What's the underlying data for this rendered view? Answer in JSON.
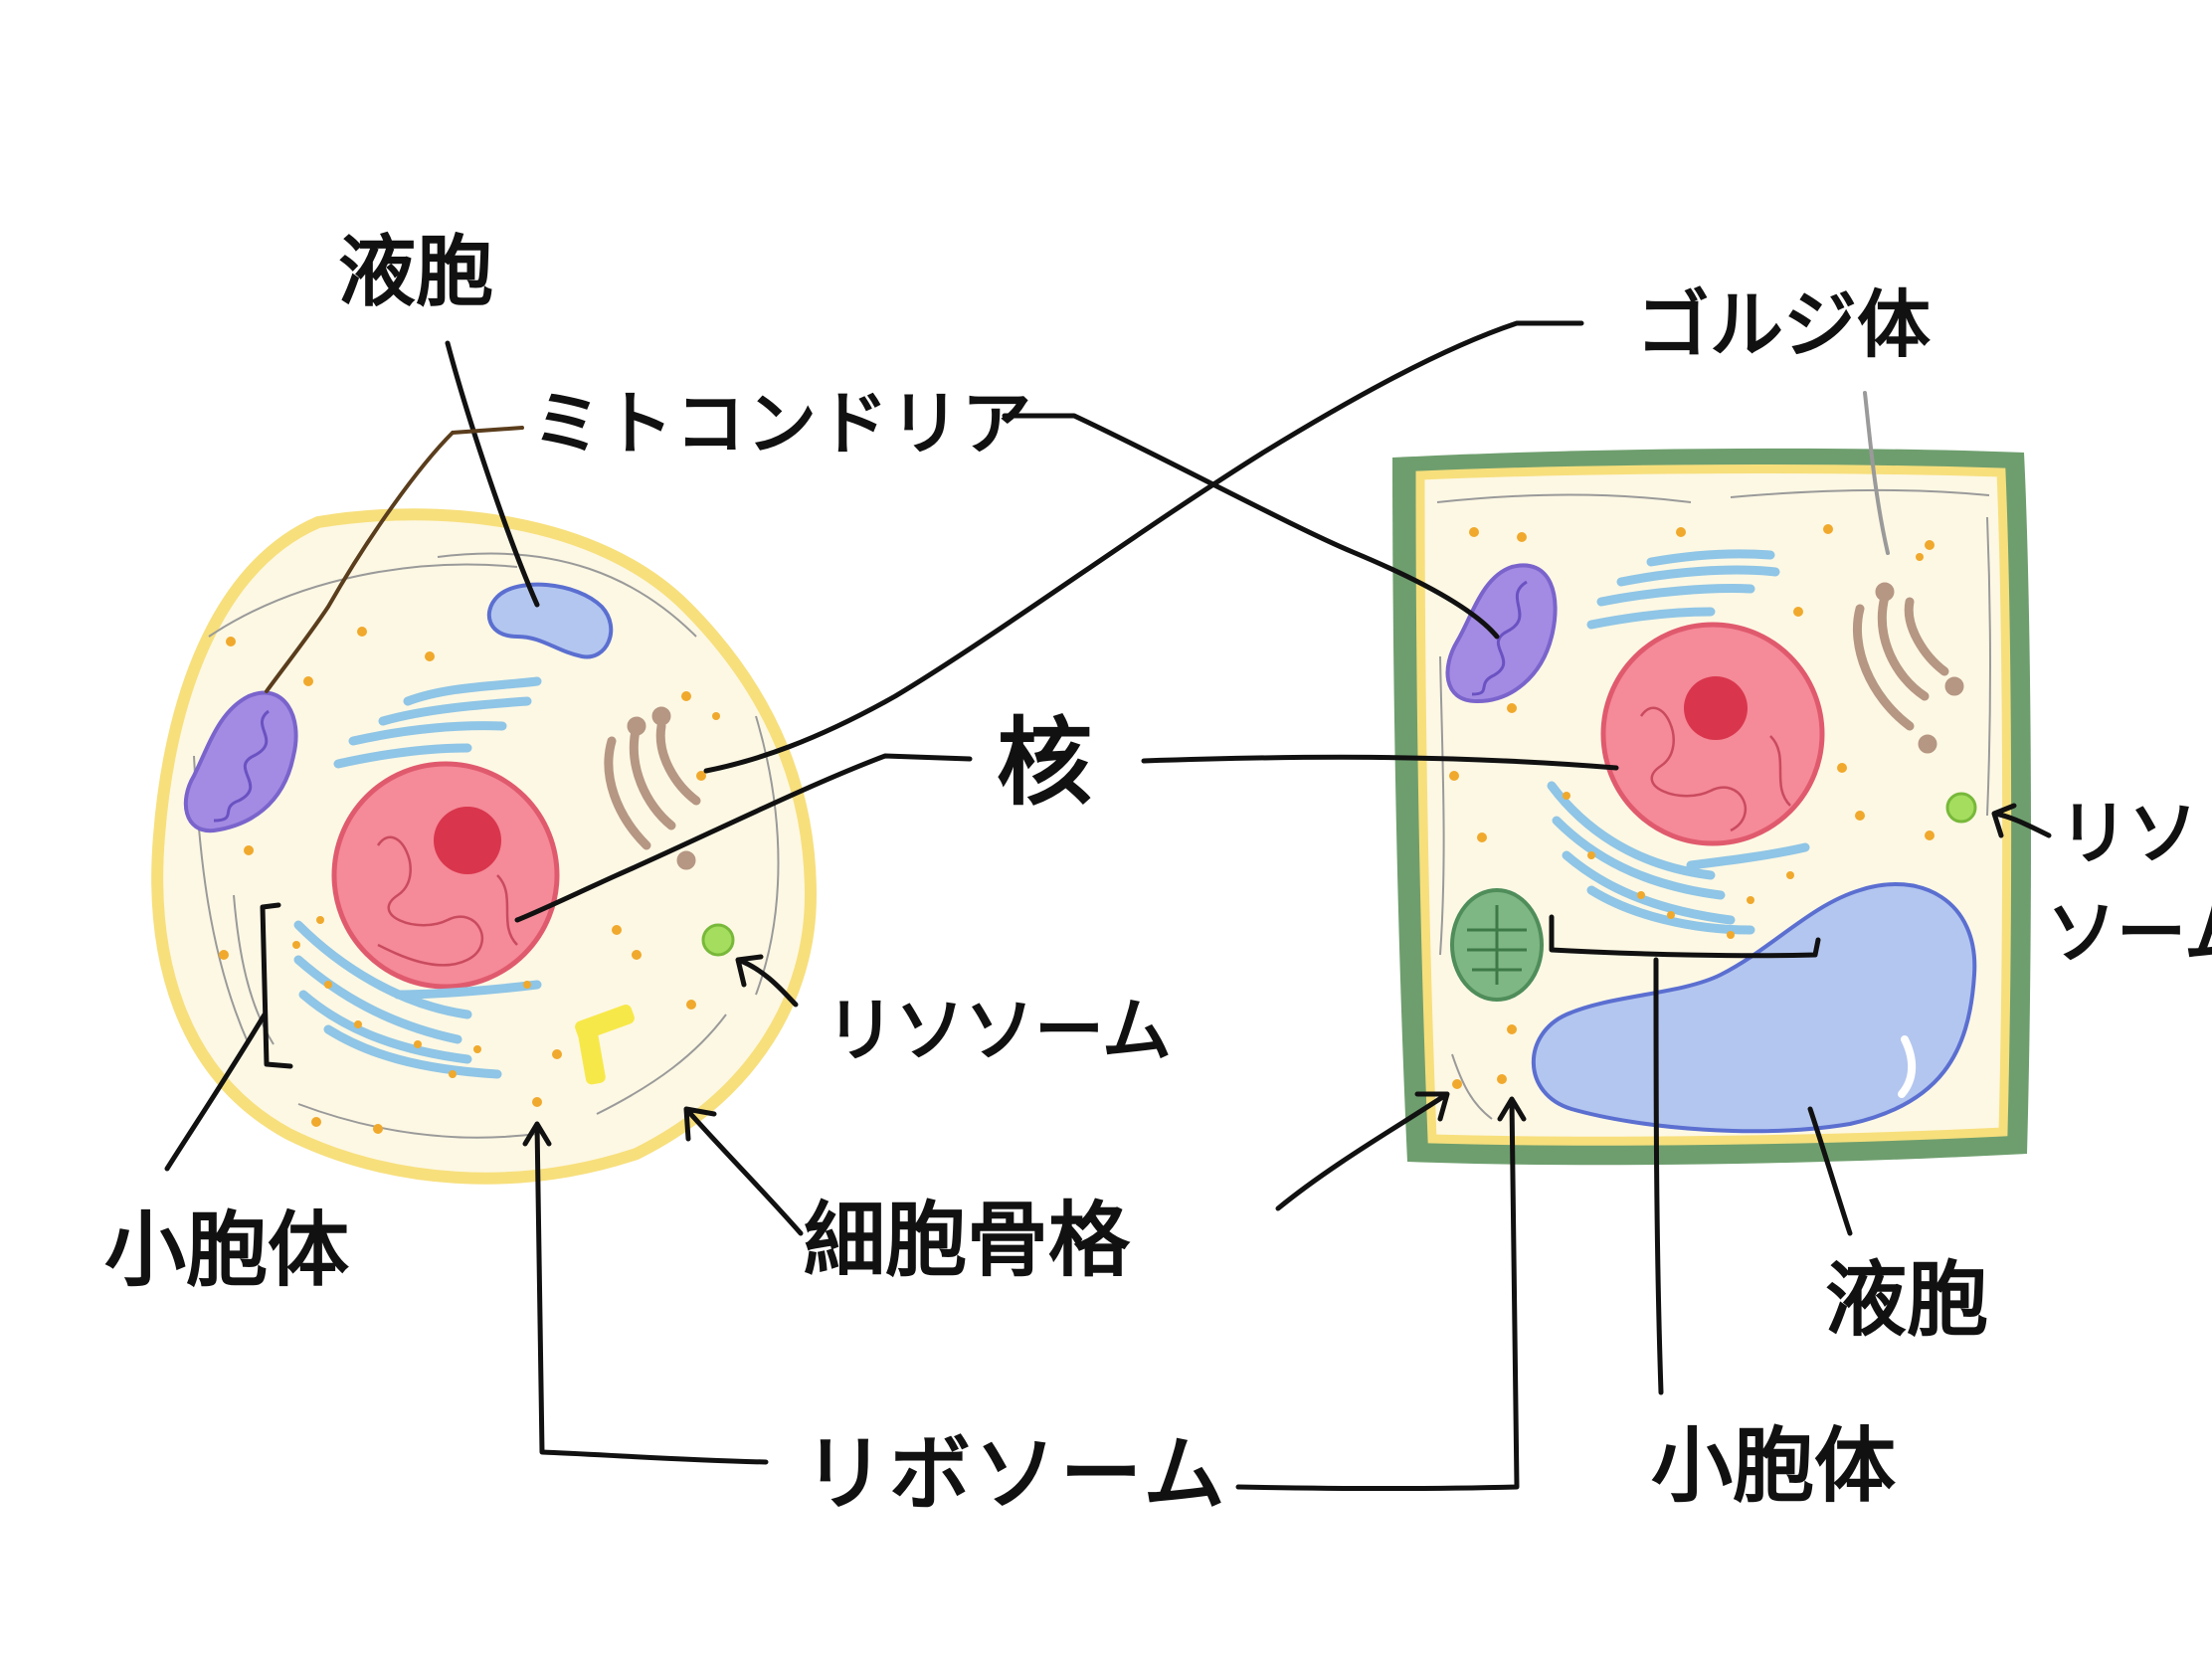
{
  "labels": {
    "animal_vacuole": "液胞",
    "mitochondria": "ミトコンドリア",
    "golgi": "ゴルジ体",
    "nucleus": "核",
    "lysosome_animal": "リソソーム",
    "lysosome_plant_line1": "リソ",
    "lysosome_plant_line2": "ソーム",
    "centrosome_animal": "小胞体",
    "cytoskeleton": "細胞骨格",
    "ribosome": "リボソーム",
    "plant_vacuole": "液胞",
    "centrosome_plant": "小胞体"
  },
  "colors": {
    "cytoplasm": "#fdf8e4",
    "membrane": "#f7df7c",
    "cell_wall": "#6e9e6e",
    "nucleus": "#f58a98",
    "nucleolus": "#d9364d",
    "mitochondria": "#a38be3",
    "er": "#a9d6ee",
    "golgi": "#b59783",
    "lysosome": "#a5de5e",
    "ribosome": "#f0a92c",
    "vacuole": "#b3c6ef",
    "chloroplast": "#7fb784",
    "centriole": "#f7e84a",
    "ink": "#111111"
  }
}
